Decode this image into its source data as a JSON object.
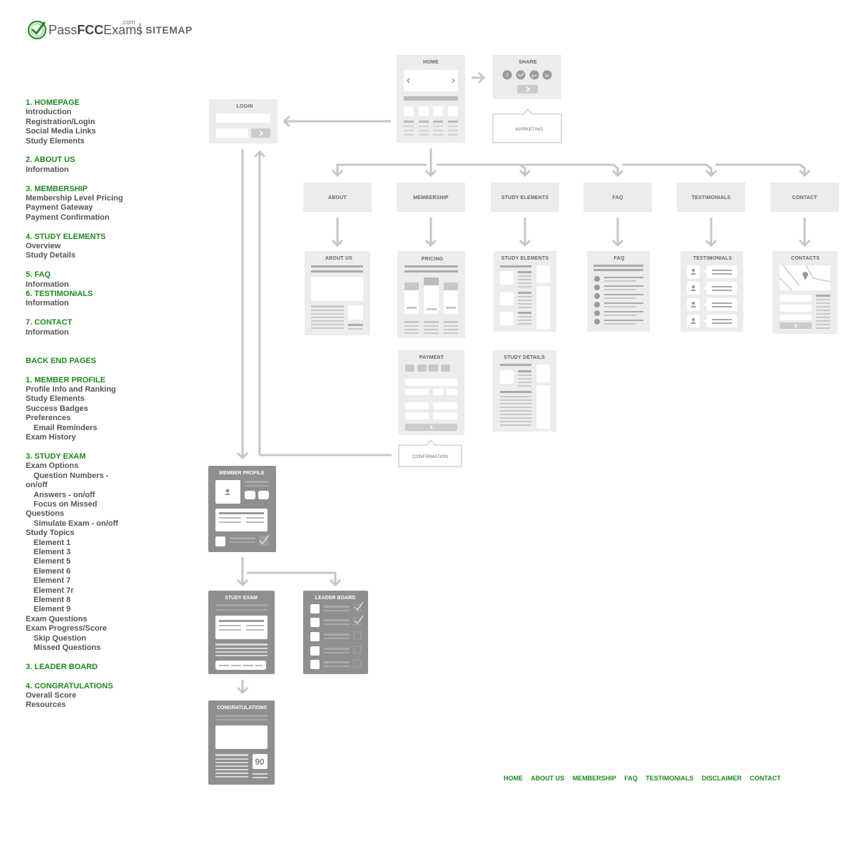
{
  "header": {
    "brand_prefix": "Pass",
    "brand_bold": "FCC",
    "brand_suffix": "Exams",
    "brand_com": ".com",
    "separator": "|",
    "page_label": "SITEMAP"
  },
  "sidebar": [
    {
      "text": "1. HOMEPAGE",
      "type": "heading"
    },
    {
      "text": "Introduction",
      "type": "item"
    },
    {
      "text": "Registration/Login",
      "type": "item"
    },
    {
      "text": "Social Media Links",
      "type": "item"
    },
    {
      "text": "Study Elements",
      "type": "item"
    },
    {
      "text": "",
      "type": "space"
    },
    {
      "text": "2. ABOUT US",
      "type": "heading"
    },
    {
      "text": "Information",
      "type": "item"
    },
    {
      "text": "",
      "type": "space"
    },
    {
      "text": "3. MEMBERSHIP",
      "type": "heading"
    },
    {
      "text": "Membership Level Pricing",
      "type": "item"
    },
    {
      "text": "Payment Gateway",
      "type": "item"
    },
    {
      "text": "Payment Confirmation",
      "type": "item"
    },
    {
      "text": "",
      "type": "space"
    },
    {
      "text": "4. STUDY ELEMENTS",
      "type": "heading"
    },
    {
      "text": "Overview",
      "type": "item"
    },
    {
      "text": "Study Details",
      "type": "item"
    },
    {
      "text": "",
      "type": "space"
    },
    {
      "text": "5. FAQ",
      "type": "heading"
    },
    {
      "text": "Information",
      "type": "item"
    },
    {
      "text": "6. TESTIMONIALS",
      "type": "heading"
    },
    {
      "text": "Information",
      "type": "item"
    },
    {
      "text": "",
      "type": "space"
    },
    {
      "text": "7. CONTACT",
      "type": "heading"
    },
    {
      "text": "Information",
      "type": "item"
    },
    {
      "text": "",
      "type": "space"
    },
    {
      "text": "",
      "type": "space"
    },
    {
      "text": "BACK END PAGES",
      "type": "heading"
    },
    {
      "text": "",
      "type": "space"
    },
    {
      "text": "1. MEMBER PROFILE",
      "type": "heading"
    },
    {
      "text": "Profile Info and Ranking",
      "type": "item"
    },
    {
      "text": "Study Elements",
      "type": "item"
    },
    {
      "text": "Success Badges",
      "type": "item"
    },
    {
      "text": "Preferences",
      "type": "item"
    },
    {
      "text": "Email Reminders",
      "type": "indent"
    },
    {
      "text": "Exam History",
      "type": "item"
    },
    {
      "text": "",
      "type": "space"
    },
    {
      "text": "3. STUDY EXAM",
      "type": "heading"
    },
    {
      "text": "Exam Options",
      "type": "item"
    },
    {
      "text": "Question Numbers -",
      "type": "indent"
    },
    {
      "text": "on/off",
      "type": "item"
    },
    {
      "text": "Answers - on/off",
      "type": "indent"
    },
    {
      "text": "Focus on Missed",
      "type": "indent"
    },
    {
      "text": "Questions",
      "type": "item"
    },
    {
      "text": "Simulate Exam - on/off",
      "type": "indent"
    },
    {
      "text": "Study Topics",
      "type": "item"
    },
    {
      "text": "Element 1",
      "type": "indent"
    },
    {
      "text": "Element 3",
      "type": "indent"
    },
    {
      "text": "Element 5",
      "type": "indent"
    },
    {
      "text": "Element 6",
      "type": "indent"
    },
    {
      "text": "Element 7",
      "type": "indent"
    },
    {
      "text": "Element 7r",
      "type": "indent"
    },
    {
      "text": "Element 8",
      "type": "indent"
    },
    {
      "text": "Element 9",
      "type": "indent"
    },
    {
      "text": "Exam Questions",
      "type": "item"
    },
    {
      "text": "Exam Progress/Score",
      "type": "item"
    },
    {
      "text": "Skip Question",
      "type": "indent"
    },
    {
      "text": "Missed Questions",
      "type": "indent"
    },
    {
      "text": "",
      "type": "space"
    },
    {
      "text": "3. LEADER BOARD",
      "type": "heading"
    },
    {
      "text": "",
      "type": "space"
    },
    {
      "text": "4. CONGRATULATIONS",
      "type": "heading"
    },
    {
      "text": "Overall Score",
      "type": "item"
    },
    {
      "text": "Resources",
      "type": "item"
    }
  ],
  "pages": {
    "home": "HOME",
    "share": "SHARE",
    "marketing": "MARKETING",
    "login": "LOGIN",
    "nav": [
      "ABOUT",
      "MEMBERSHIP",
      "STUDY ELEMENTS",
      "FAQ",
      "TESTIMONIALS",
      "CONTACT"
    ],
    "about_us": "ABOUT US",
    "pricing": "PRICING",
    "study_elements": "STUDY ELEMENTS",
    "faq": "FAQ",
    "testimonials": "TESTIMONIALS",
    "contacts": "CONTACTS",
    "payment": "PAYMENT",
    "study_details": "STUDY DETAILS",
    "confirmation": "CONFIRMATION",
    "member_profile": "MEMBER PROFILE",
    "study_exam": "STUDY EXAM",
    "leader_board": "LEADER BOARD",
    "congratulations": "CONGRATULATIONS",
    "score": "90"
  },
  "footer": [
    "HOME",
    "ABOUT US",
    "MEMBERSHIP",
    "FAQ",
    "TESTIMONIALS",
    "DISCLAIMER",
    "CONTACT"
  ],
  "colors": {
    "brand_green": "#1e8a1e",
    "frontend_page": "#ececec",
    "backend_page": "#8f8f8f",
    "arrow": "#c2c2c2"
  },
  "icons": [
    "check-circle-logo-icon",
    "facebook-icon",
    "twitter-icon",
    "google-plus-icon",
    "linkedin-icon",
    "arrow-right-icon",
    "map-pin-icon",
    "user-icon",
    "checkmark-icon"
  ]
}
